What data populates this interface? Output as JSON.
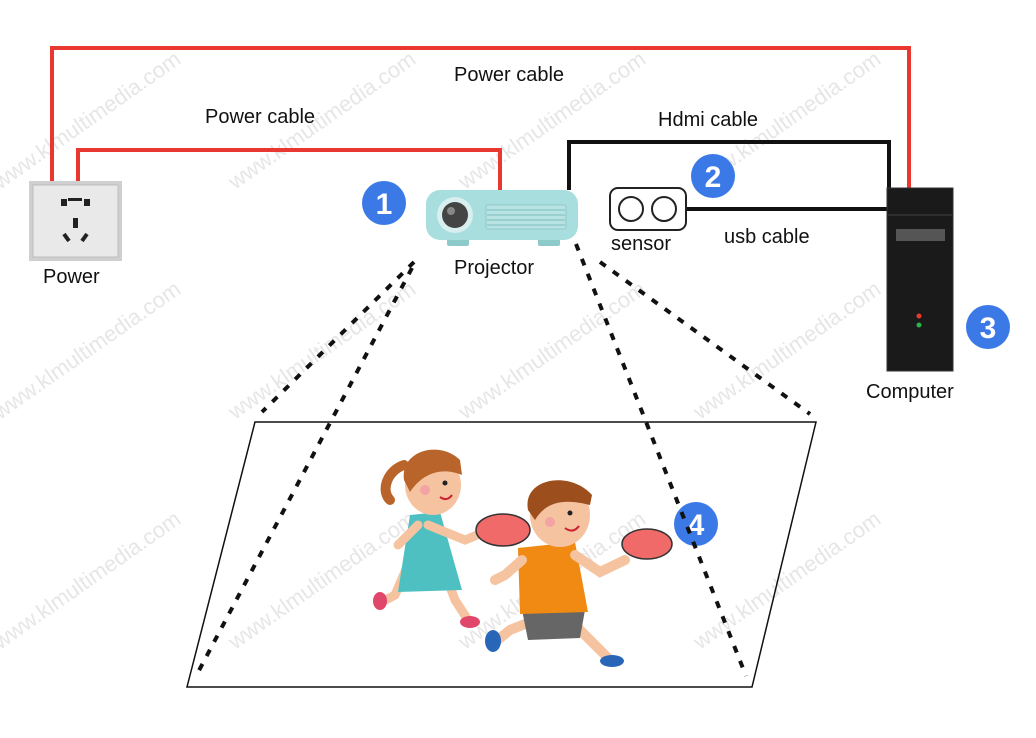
{
  "labels": {
    "power_cable_top": "Power cable",
    "power_cable_inner": "Power cable",
    "hdmi_cable": "Hdmi cable",
    "usb_cable": "usb cable",
    "power": "Power",
    "projector": "Projector",
    "sensor": "sensor",
    "computer": "Computer"
  },
  "badges": [
    "1",
    "2",
    "3",
    "4"
  ],
  "watermark": "www.klmultimedia.com",
  "colors": {
    "power_cable": "#e8382f",
    "data_cable": "#111111",
    "badge": "#3b7ae6",
    "projector": "#a9dede",
    "computer": "#1a1a1a"
  }
}
